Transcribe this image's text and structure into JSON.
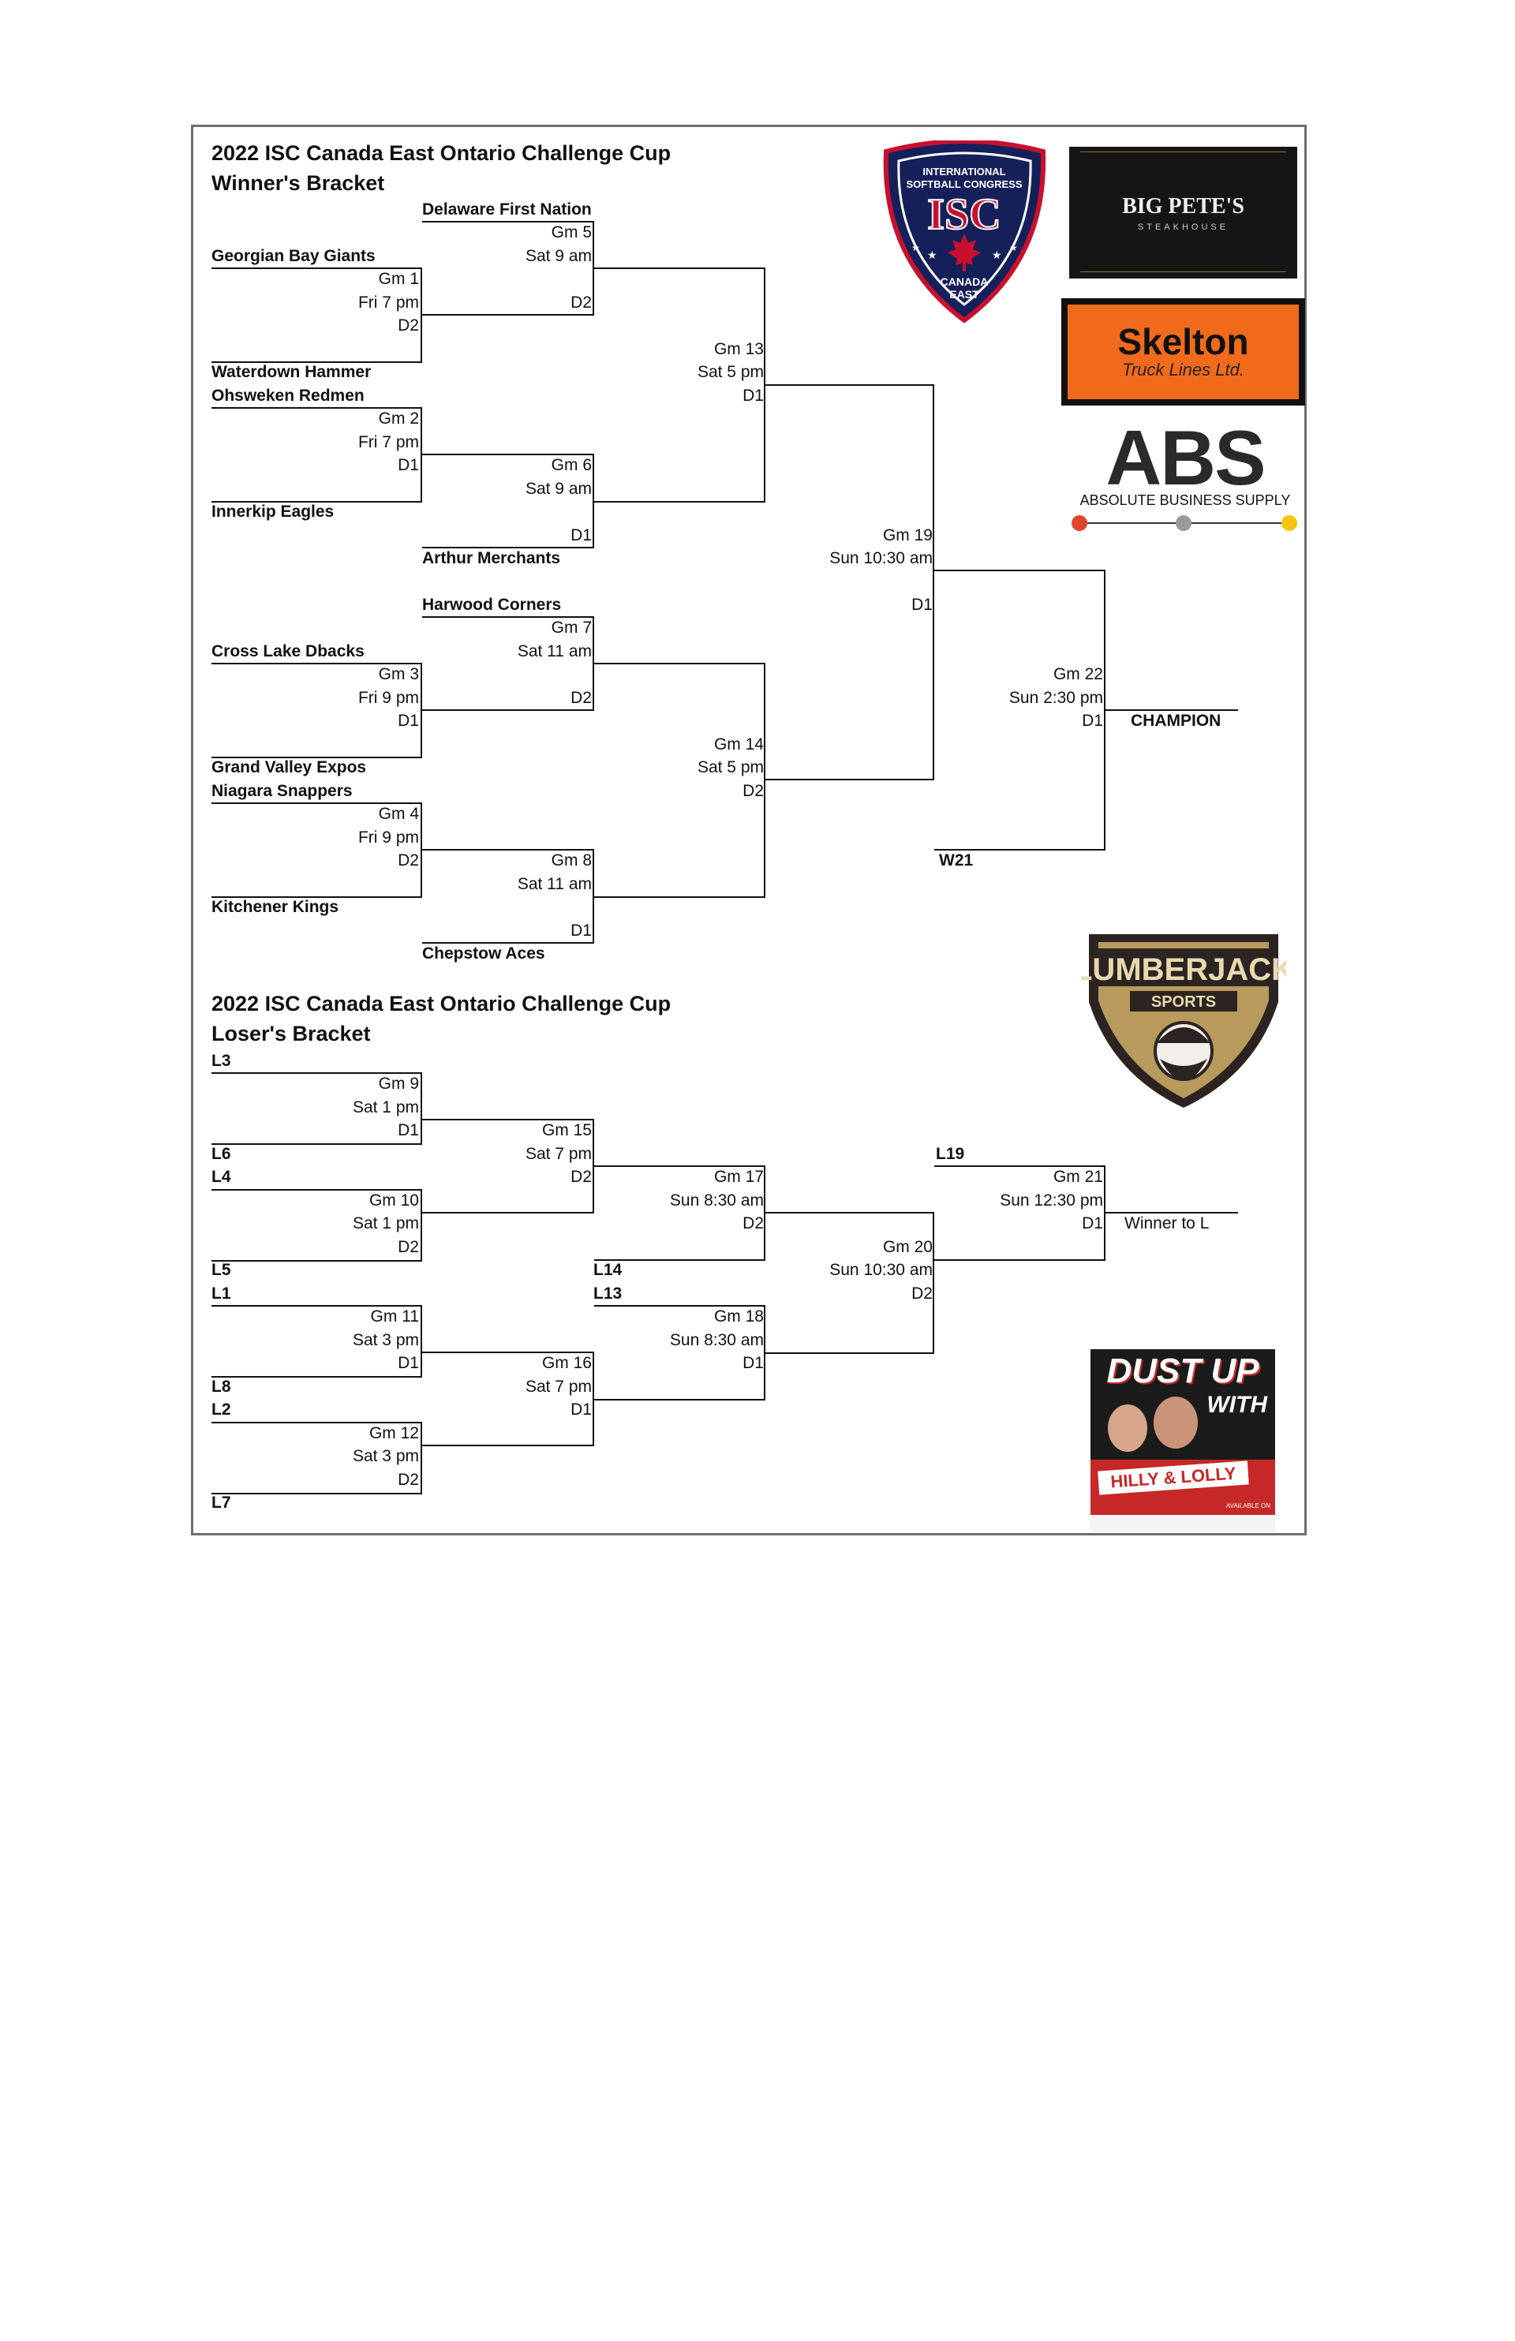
{
  "winners": {
    "title": "2022 ISC Canada East Ontario Challenge Cup",
    "subtitle": "Winner's Bracket",
    "teams": [
      "Delaware First Nation",
      "Georgian Bay Giants",
      "Waterdown Hammer",
      "Ohsweken Redmen",
      "Innerkip Eagles",
      "Arthur Merchants",
      "Harwood Corners",
      "Cross Lake Dbacks",
      "Grand Valley Expos",
      "Niagara Snappers",
      "Kitchener Kings",
      "Chepstow Aces"
    ],
    "games": [
      {
        "gm": "Gm 1",
        "time": "Fri 7 pm",
        "field": "D2"
      },
      {
        "gm": "Gm 2",
        "time": "Fri 7 pm",
        "field": "D1"
      },
      {
        "gm": "Gm 3",
        "time": "Fri 9 pm",
        "field": "D1"
      },
      {
        "gm": "Gm 4",
        "time": "Fri 9 pm",
        "field": "D2"
      },
      {
        "gm": "Gm 5",
        "time": "Sat 9 am",
        "field": "D2"
      },
      {
        "gm": "Gm 6",
        "time": "Sat 9 am",
        "field": "D1"
      },
      {
        "gm": "Gm 7",
        "time": "Sat 11 am",
        "field": "D2"
      },
      {
        "gm": "Gm 8",
        "time": "Sat 11 am",
        "field": "D1"
      },
      {
        "gm": "Gm 13",
        "time": "Sat 5 pm",
        "field": "D1"
      },
      {
        "gm": "Gm 14",
        "time": "Sat 5 pm",
        "field": "D2"
      },
      {
        "gm": "Gm 19",
        "time": "Sun 10:30 am",
        "field": "D1"
      },
      {
        "gm": "Gm 22",
        "time": "Sun 2:30 pm",
        "field": "D1"
      }
    ],
    "w21": "W21",
    "champion": "CHAMPION"
  },
  "losers": {
    "title": "2022 ISC Canada East Ontario Challenge Cup",
    "subtitle": "Loser's Bracket",
    "seeds": [
      "L3",
      "L6",
      "L4",
      "L5",
      "L1",
      "L8",
      "L2",
      "L7",
      "L14",
      "L13",
      "L19"
    ],
    "games": [
      {
        "gm": "Gm 9",
        "time": "Sat 1 pm",
        "field": "D1"
      },
      {
        "gm": "Gm 10",
        "time": "Sat 1 pm",
        "field": "D2"
      },
      {
        "gm": "Gm 11",
        "time": "Sat 3 pm",
        "field": "D1"
      },
      {
        "gm": "Gm 12",
        "time": "Sat 3 pm",
        "field": "D2"
      },
      {
        "gm": "Gm 15",
        "time": "Sat 7 pm",
        "field": "D2"
      },
      {
        "gm": "Gm 16",
        "time": "Sat 7 pm",
        "field": "D1"
      },
      {
        "gm": "Gm 17",
        "time": "Sun 8:30 am",
        "field": "D2"
      },
      {
        "gm": "Gm 18",
        "time": "Sun 8:30 am",
        "field": "D1"
      },
      {
        "gm": "Gm 20",
        "time": "Sun 10:30 am",
        "field": "D2"
      },
      {
        "gm": "Gm 21",
        "time": "Sun 12:30 pm",
        "field": "D1"
      }
    ],
    "winner_to": "Winner to L"
  },
  "sponsors": {
    "isc": {
      "line1": "INTERNATIONAL",
      "line2": "SOFTBALL CONGRESS",
      "mark": "ISC",
      "line3": "CANADA",
      "line4": "EAST"
    },
    "bigpetes": {
      "name": "BIG PETE'S",
      "sub": "STEAKHOUSE"
    },
    "skelton": {
      "name": "Skelton",
      "sub": "Truck Lines Ltd."
    },
    "abs": {
      "mark": "ABS",
      "sub": "ABSOLUTE BUSINESS SUPPLY"
    },
    "lumberjack": {
      "name": "LUMBERJACK",
      "sub": "SPORTS"
    },
    "dustup": {
      "line1": "DUST UP",
      "line2": "WITH",
      "line3": "HILLY & LOLLY",
      "line4": "AVAILABLE ON"
    }
  },
  "colors": {
    "skelton_orange": "#f26a1b",
    "isc_navy": "#15205a",
    "isc_red": "#c8102e"
  }
}
